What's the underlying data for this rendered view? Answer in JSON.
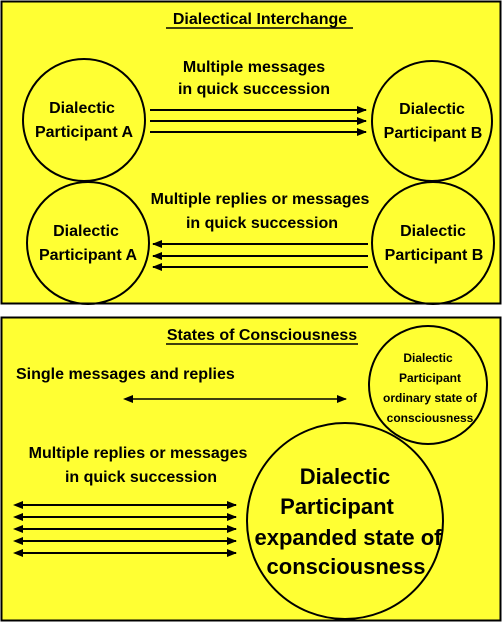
{
  "colors": {
    "background": "#ffff33",
    "ink": "#000000"
  },
  "panel1": {
    "title": "Dialectical Interchange",
    "caption_top": [
      "Multiple messages",
      "in quick succession"
    ],
    "caption_bottom": [
      "Multiple replies or  messages",
      "in quick succession"
    ],
    "p_a_top": [
      "Dialectic",
      "Participant A"
    ],
    "p_b_top": [
      "Dialectic",
      "Participant B"
    ],
    "p_a_bottom": [
      "Dialectic",
      "Participant A"
    ],
    "p_b_bottom": [
      "Dialectic",
      "Participant B"
    ]
  },
  "panel2": {
    "title": "States of Consciousness",
    "single_label": "Single messages and replies",
    "multi_label": [
      "Multiple replies or  messages",
      "in quick succession"
    ],
    "small_circle": [
      "Dialectic",
      "Participant",
      "ordinary state of",
      "consciousness"
    ],
    "big_circle": [
      "Dialectic",
      "Participant",
      "expanded state of",
      "consciousness"
    ]
  }
}
